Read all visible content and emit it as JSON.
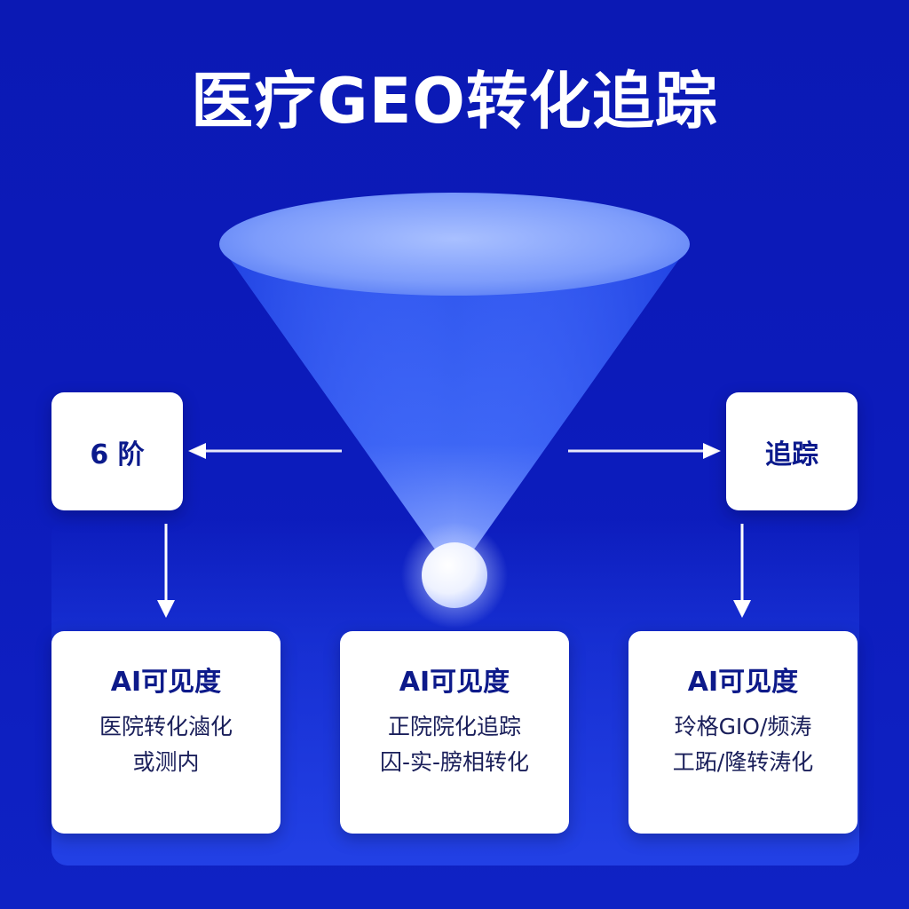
{
  "title": "医疗GEO转化追踪",
  "left_tag": "6 阶",
  "right_tag": "追踪",
  "cards": [
    {
      "heading": "AI可见度",
      "line1": "医院转化滷化",
      "line2": "或测内"
    },
    {
      "heading": "AI可见度",
      "line1": "正院院化追踪",
      "line2": "囚-实-膀相转化"
    },
    {
      "heading": "AI可见度",
      "line1": "玲格GIO/频涛",
      "line2": "工跖/隆转涛化"
    }
  ],
  "colors": {
    "background": "#0c1bbb",
    "funnel": "#3a5cf2",
    "box": "#ffffff",
    "text_dark": "#0b1a8c"
  },
  "icons": [
    "funnel-icon",
    "arrow-left-icon",
    "arrow-right-icon",
    "arrow-down-icon",
    "glow-ball-icon"
  ]
}
